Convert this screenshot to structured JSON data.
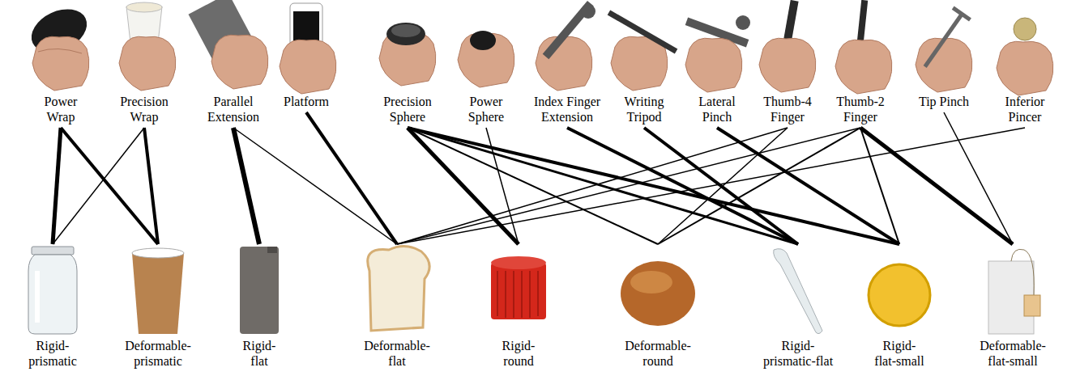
{
  "diagram": {
    "nodes": [
      {
        "text": [
          "Power Wrap"
        ]
      },
      {
        "text": [
          "Precision Wrap"
        ]
      },
      {
        "text": [
          "Parallel Extension"
        ]
      },
      {
        "text": [
          "Platform"
        ]
      },
      {
        "text": [
          "Precision Sphere"
        ]
      },
      {
        "text": [
          "Power Sphere"
        ]
      },
      {
        "text": [
          "Index Finger Extension"
        ]
      },
      {
        "text": [
          "Writing Tripod"
        ]
      },
      {
        "text": [
          "Lateral Pinch"
        ]
      },
      {
        "text": [
          "Thumb-4 Finger"
        ]
      },
      {
        "text": [
          "Thumb-2 Finger"
        ]
      },
      {
        "text": [
          "Tip Pinch"
        ]
      },
      {
        "text": [
          "Inferior Pincer"
        ]
      },
      {
        "text": [
          "Rigid-prismatic"
        ]
      },
      {
        "text": [
          "Deformable-prismatic"
        ]
      },
      {
        "text": [
          "Rigid-flat"
        ]
      },
      {
        "text": [
          "Deformable-flat"
        ]
      },
      {
        "text": [
          "Rigid-round"
        ]
      },
      {
        "text": [
          "Deformable-round"
        ]
      },
      {
        "text": [
          "Rigid-prismatic-flat"
        ]
      },
      {
        "text": [
          "Rigid-flat-small"
        ]
      },
      {
        "text": [
          "Deformable-flat-small"
        ]
      }
    ],
    "edges": [
      {
        "from": 0,
        "to": 13,
        "arrow": "none"
      },
      {
        "from": 0,
        "to": 14,
        "arrow": "none"
      },
      {
        "from": 1,
        "to": 13,
        "arrow": "none"
      },
      {
        "from": 1,
        "to": 14,
        "arrow": "none"
      },
      {
        "from": 2,
        "to": 15,
        "arrow": "none"
      },
      {
        "from": 2,
        "to": 16,
        "arrow": "none"
      },
      {
        "from": 3,
        "to": 16,
        "arrow": "none"
      },
      {
        "from": 4,
        "to": 17,
        "arrow": "none"
      },
      {
        "from": 4,
        "to": 18,
        "arrow": "none"
      },
      {
        "from": 4,
        "to": 19,
        "arrow": "none"
      },
      {
        "from": 4,
        "to": 20,
        "arrow": "none"
      },
      {
        "from": 5,
        "to": 17,
        "arrow": "none"
      },
      {
        "from": 6,
        "to": 19,
        "arrow": "none"
      },
      {
        "from": 7,
        "to": 19,
        "arrow": "none"
      },
      {
        "from": 8,
        "to": 20,
        "arrow": "none"
      },
      {
        "from": 9,
        "to": 16,
        "arrow": "none"
      },
      {
        "from": 9,
        "to": 18,
        "arrow": "none"
      },
      {
        "from": 10,
        "to": 16,
        "arrow": "none"
      },
      {
        "from": 10,
        "to": 18,
        "arrow": "none"
      },
      {
        "from": 10,
        "to": 20,
        "arrow": "none"
      },
      {
        "from": 10,
        "to": 21,
        "arrow": "none"
      },
      {
        "from": 11,
        "to": 21,
        "arrow": "none"
      },
      {
        "from": 12,
        "to": 16,
        "arrow": "none"
      }
    ]
  }
}
